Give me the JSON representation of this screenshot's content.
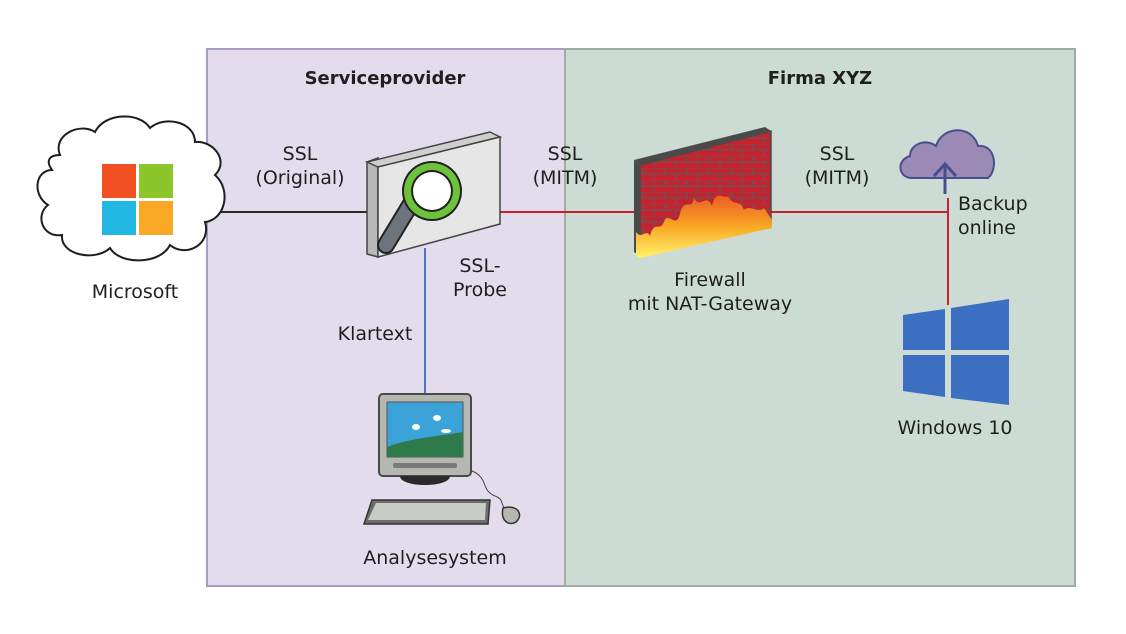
{
  "panels": {
    "serviceprovider": {
      "title": "Serviceprovider",
      "fill": "#e3dcec",
      "border": "#a89cc4"
    },
    "firma": {
      "title": "Firma XYZ",
      "fill": "#ccdcd4",
      "border": "#a3aca0"
    }
  },
  "nodes": {
    "microsoft": {
      "label": "Microsoft",
      "icon": "cloud-microsoft-logo-icon",
      "logo_colors": [
        "#f25022",
        "#8cc62a",
        "#22b6e2",
        "#f9a825"
      ]
    },
    "ssl_probe": {
      "label_line1": "SSL-",
      "label_line2": "Probe",
      "icon": "magnifier-appliance-icon",
      "accent": "#6cc33b"
    },
    "firewall": {
      "label_line1": "Firewall",
      "label_line2": "mit NAT-Gateway",
      "icon": "firewall-brick-wall-icon",
      "accent": "#c8212e"
    },
    "backup": {
      "label_line1": "Backup",
      "label_line2": "online",
      "icon": "cloud-upload-icon",
      "accent": "#9b8ab5"
    },
    "windows": {
      "label": "Windows 10",
      "icon": "windows-logo-icon",
      "accent": "#3c6fc1"
    },
    "analysesystem": {
      "label": "Analysesystem",
      "icon": "desktop-computer-icon"
    }
  },
  "links": {
    "ssl_original": {
      "line1": "SSL",
      "line2": "(Original)",
      "color": "#2a2a2a"
    },
    "ssl_mitm_1": {
      "line1": "SSL",
      "line2": "(MITM)",
      "color": "#c8212e"
    },
    "ssl_mitm_2": {
      "line1": "SSL",
      "line2": "(MITM)",
      "color": "#c8212e"
    },
    "klartext": {
      "label": "Klartext",
      "color": "#4a78c8"
    }
  }
}
